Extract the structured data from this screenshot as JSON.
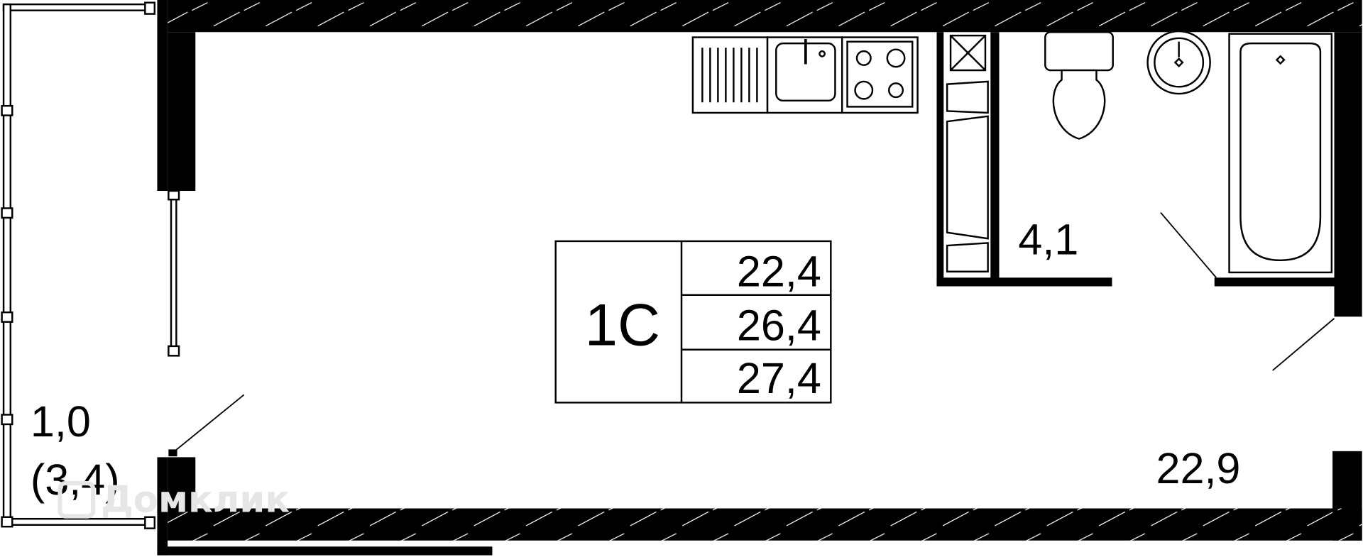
{
  "plan": {
    "apartment_type": "1С",
    "areas_box": [
      "22,4",
      "26,4",
      "27,4"
    ],
    "room_main_area": "22,9",
    "bathroom_area": "4,1",
    "balcony_area": "1,0",
    "balcony_area_full": "(3,4)",
    "watermark": "Домклик",
    "colors": {
      "wall": "#000000",
      "background": "#ffffff",
      "watermark": "#e6e6e6"
    }
  }
}
